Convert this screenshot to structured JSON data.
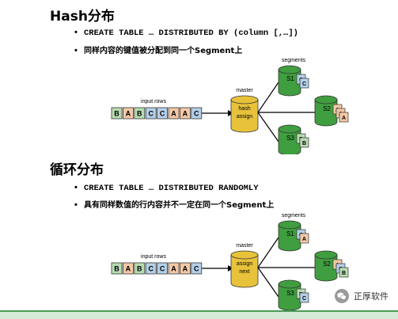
{
  "section1": {
    "title": "Hash分布",
    "bullets": [
      "CREATE TABLE … DISTRIBUTED BY (column [,…])",
      "同样内容的键值被分配到同一个Segment上"
    ],
    "diagram": {
      "input_label": "input rows",
      "rows": [
        "B",
        "A",
        "B",
        "C",
        "C",
        "A",
        "A",
        "C"
      ],
      "master_label": "master",
      "master_text": [
        "hash",
        "assign"
      ],
      "segments_label": "segments",
      "segments": [
        {
          "name": "S1",
          "cards": [
            "C",
            "C"
          ]
        },
        {
          "name": "S2",
          "cards": [
            "A",
            "A",
            "A"
          ]
        },
        {
          "name": "S3",
          "cards": [
            "B",
            "B"
          ]
        }
      ]
    }
  },
  "section2": {
    "title": "循环分布",
    "bullets": [
      "CREATE TABLE … DISTRIBUTED RANDOMLY",
      "具有同样数值的行内容并不一定在同一个Segment上"
    ],
    "diagram": {
      "input_label": "input rows",
      "rows": [
        "B",
        "A",
        "B",
        "C",
        "C",
        "A",
        "A",
        "C"
      ],
      "master_label": "master",
      "master_text": [
        "assign",
        "next"
      ],
      "segments_label": "segments",
      "segments": [
        {
          "name": "S1",
          "cards": [
            "C",
            "A"
          ]
        },
        {
          "name": "S2",
          "cards": [
            "A",
            "C",
            "B"
          ]
        },
        {
          "name": "S3",
          "cards": [
            "B",
            "C"
          ]
        }
      ]
    }
  },
  "watermark": {
    "text": "正厚软件"
  },
  "colors": {
    "A": "#f4c8a6",
    "B": "#b8dcb2",
    "C": "#b4cfe8",
    "segment": "#3f9e3f",
    "master": "#e7c23a"
  }
}
